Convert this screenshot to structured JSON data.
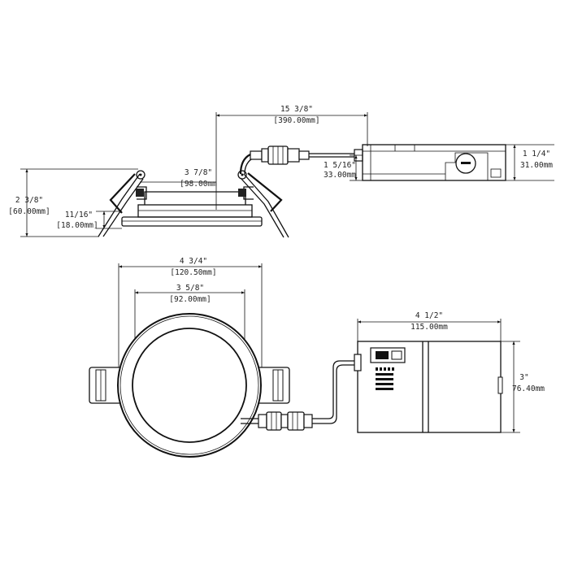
{
  "side_view": {
    "overall_length": {
      "imperial": "15 3/8\"",
      "metric": "[390.00mm]"
    },
    "trim_to_wire": {
      "imperial": "3 7/8\"",
      "metric": "[98.00mm"
    },
    "cable_offset": {
      "imperial": "1 5/16\"",
      "metric": "33.00mm"
    },
    "box_height": {
      "imperial": "1 1/4\"",
      "metric": "31.00mm"
    },
    "fixture_height": {
      "imperial": "2 3/8\"",
      "metric": "[60.00mm]"
    },
    "trim_depth": {
      "imperial": "11/16\"",
      "metric": "[18.00mm]"
    }
  },
  "top_view": {
    "trim_diameter": {
      "imperial": "4 3/4\"",
      "metric": "[120.50mm]"
    },
    "aperture_diameter": {
      "imperial": "3 5/8\"",
      "metric": "[92.00mm]"
    },
    "box_length": {
      "imperial": "4 1/2\"",
      "metric": "115.00mm"
    },
    "box_width": {
      "imperial": "3\"",
      "metric": "76.40mm"
    }
  }
}
